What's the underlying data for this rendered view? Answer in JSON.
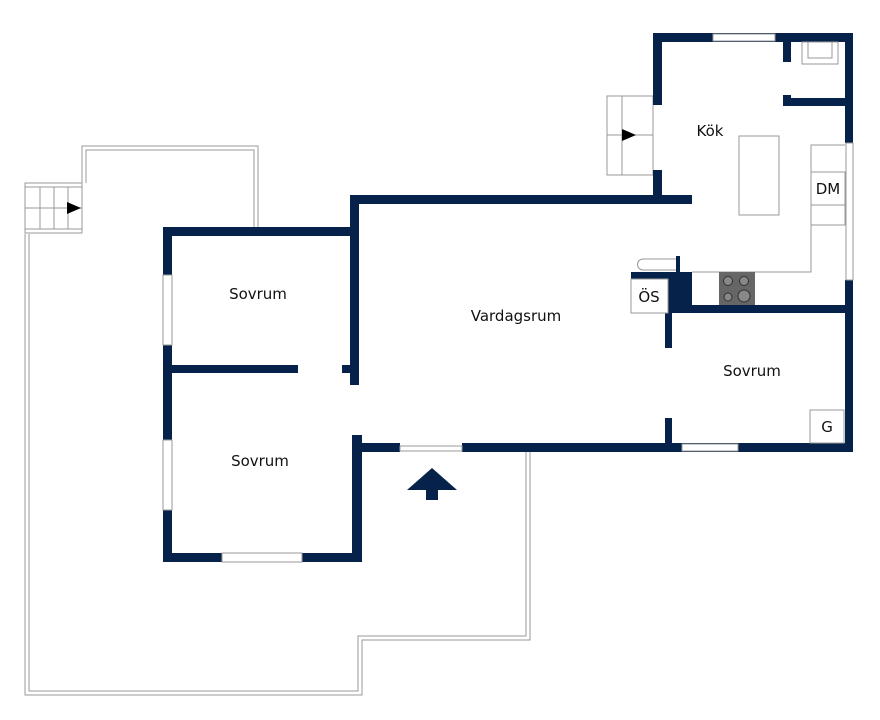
{
  "rooms": {
    "bedroom_top_left": "Sovrum",
    "bedroom_bottom_left": "Sovrum",
    "living_room": "Vardagsrum",
    "kitchen": "Kök",
    "bedroom_right": "Sovrum"
  },
  "fixtures": {
    "fireplace": "ÖS",
    "dishwasher": "DM",
    "wardrobe": "G"
  },
  "colors": {
    "wall": "#06224a",
    "outline": "#999999"
  }
}
